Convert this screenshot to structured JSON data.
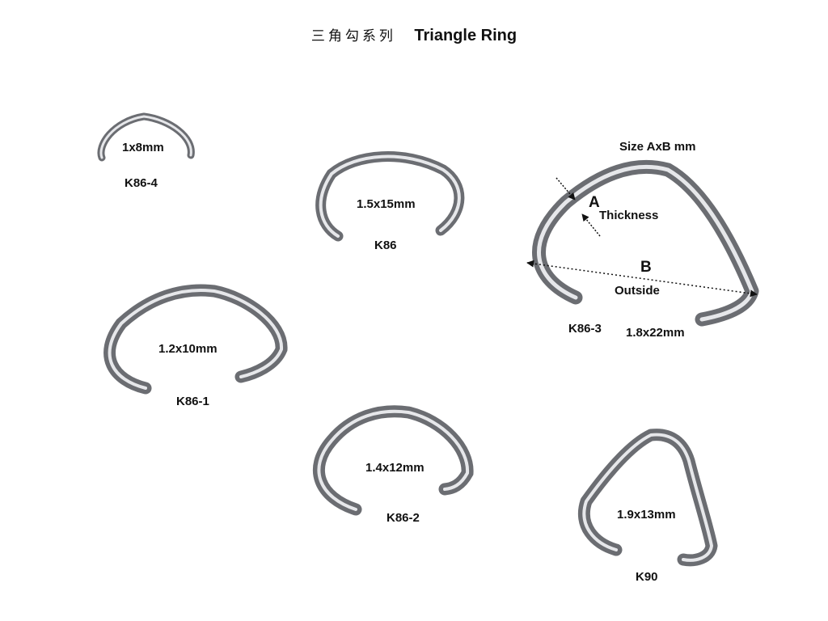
{
  "title": {
    "cn": "三角勾系列",
    "en": "Triangle Ring"
  },
  "legend": {
    "size": "Size AxB mm",
    "a": "A",
    "thickness": "Thickness",
    "b": "B",
    "outside": "Outside"
  },
  "colors": {
    "metal_dark": "#7a7c80",
    "metal_light": "#e8e9ec",
    "text": "#111111"
  },
  "products": [
    {
      "code": "K86-4",
      "size": "1x8mm"
    },
    {
      "code": "K86",
      "size": "1.5x15mm"
    },
    {
      "code": "K86-3",
      "size": "1.8x22mm"
    },
    {
      "code": "K86-1",
      "size": "1.2x10mm"
    },
    {
      "code": "K86-2",
      "size": "1.4x12mm"
    },
    {
      "code": "K90",
      "size": "1.9x13mm"
    }
  ]
}
